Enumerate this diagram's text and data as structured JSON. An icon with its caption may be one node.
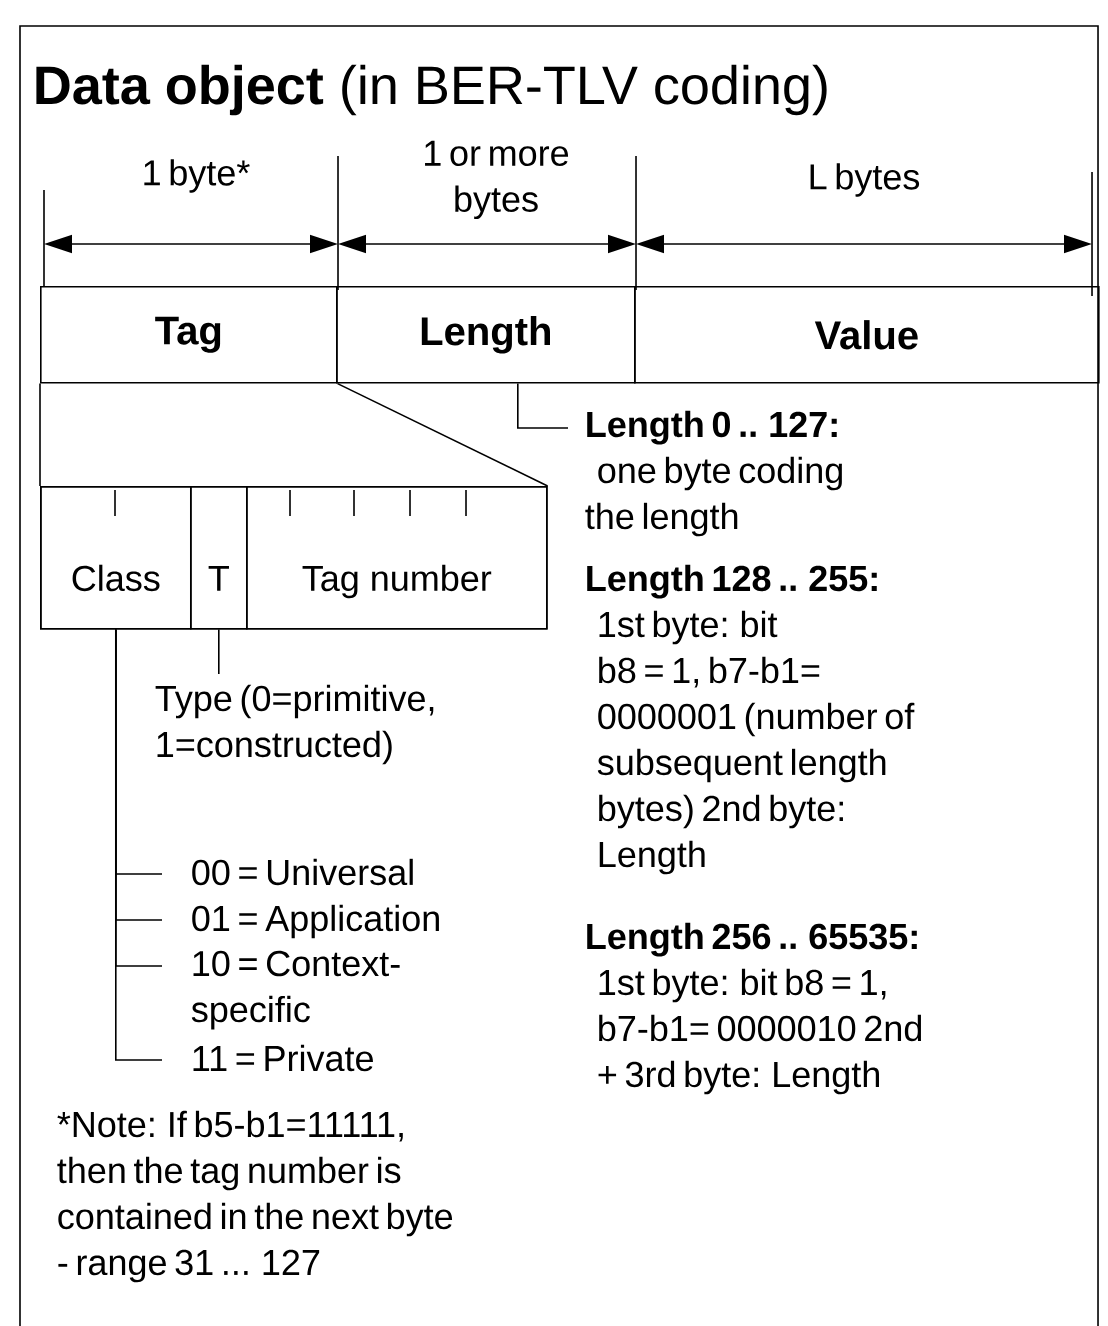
{
  "diagram": {
    "title": "**Data object** (in BER-TLV coding)",
    "nodes": [
      {
        "text": [
          "Tag"
        ]
      },
      {
        "text": [
          "Length"
        ]
      },
      {
        "text": [
          "Value"
        ]
      },
      {
        "text": [
          "Length 0 .. 127:",
          "one byte coding the length"
        ]
      },
      {
        "text": [],
        "shape": "box"
      },
      {
        "text": [
          "Class"
        ],
        "in": 4
      },
      {
        "text": [
          "T"
        ],
        "in": 4
      },
      {
        "text": [
          "Tag number"
        ],
        "in": 4
      },
      {
        "text": [
          "Type (0=primitive, 1=constructed)"
        ]
      },
      {
        "text": [
          "00 = Universal"
        ]
      },
      {
        "text": [
          "01 = Application"
        ]
      },
      {
        "text": [
          "10 = Context-specific"
        ]
      },
      {
        "text": [
          "11 = Private"
        ]
      }
    ],
    "edges": [
      {
        "from": 0,
        "to": 4,
        "arrow": "none"
      },
      {
        "from": 0,
        "to": 4,
        "arrow": "none"
      },
      {
        "from": 1,
        "to": 3,
        "arrow": "none"
      },
      {
        "from": 6,
        "to": 8,
        "arrow": "none"
      },
      {
        "from": 5,
        "to": 9,
        "arrow": "none"
      },
      {
        "from": 5,
        "to": 10,
        "arrow": "none"
      },
      {
        "from": 5,
        "to": 11,
        "arrow": "none"
      },
      {
        "from": 5,
        "to": 12,
        "arrow": "none"
      }
    ],
    "labels": [
      "1 byte*",
      "1 or more bytes",
      "L bytes",
      "Length 128 .. 255:",
      "1st byte: bit b8 = 1, b7-b1= 0000001 (number of subsequent length bytes) 2nd byte: Length",
      "Length 256 .. 65535:",
      "1st byte: bit b8 = 1, b7-b1= 0000010 2nd + 3rd byte: Length",
      "*Note: If b5-b1=11111, then the tag number is contained in the next byte - range 31 ... 127"
    ]
  }
}
